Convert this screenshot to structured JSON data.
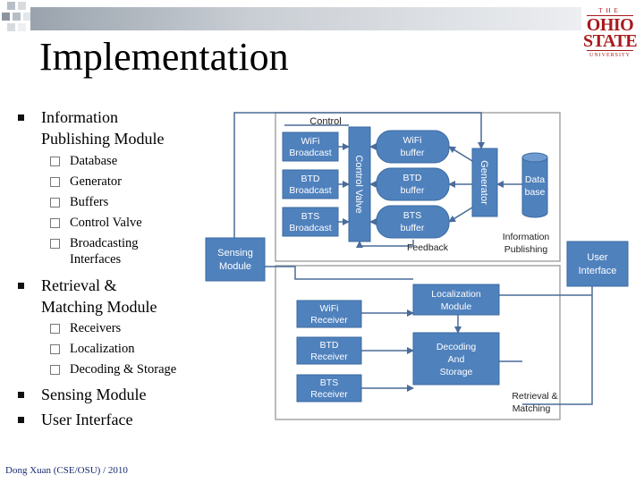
{
  "slide": {
    "title": "Implementation",
    "logo": {
      "line1": "THE",
      "line2": "OHIO",
      "line3": "STATE",
      "line4": "UNIVERSITY"
    },
    "footer": "Dong Xuan (CSE/OSU) / 2010"
  },
  "bullets": [
    {
      "label_1": "Information",
      "label_2": "Publishing Module",
      "subs": [
        "Database",
        "Generator",
        "Buffers",
        "Control Valve",
        "Broadcasting",
        "Interfaces"
      ]
    },
    {
      "label_1": "Retrieval &",
      "label_2": "Matching Module",
      "subs": [
        "Receivers",
        "Localization",
        "Decoding & Storage"
      ]
    },
    {
      "label_1": "Sensing Module"
    },
    {
      "label_1": "User Interface"
    }
  ],
  "diagram": {
    "control": "Control",
    "wifi_broadcast": [
      "WiFi",
      "Broadcast"
    ],
    "btd_broadcast": [
      "BTD",
      "Broadcast"
    ],
    "bts_broadcast": [
      "BTS",
      "Broadcast"
    ],
    "control_valve": "Control Valve",
    "wifi_buffer": [
      "WiFi",
      "buffer"
    ],
    "btd_buffer": [
      "BTD",
      "buffer"
    ],
    "bts_buffer": [
      "BTS",
      "buffer"
    ],
    "generator": "Generator",
    "database": [
      "Data",
      "base"
    ],
    "feedback": "Feedback",
    "info_publishing": [
      "Information",
      "Publishing"
    ],
    "sensing": [
      "Sensing",
      "Module"
    ],
    "user_interface": [
      "User",
      "Interface"
    ],
    "localization": [
      "Localization",
      "Module"
    ],
    "wifi_receiver": [
      "WiFi",
      "Receiver"
    ],
    "btd_receiver": [
      "BTD",
      "Receiver"
    ],
    "bts_receiver": [
      "BTS",
      "Receiver"
    ],
    "decoding": [
      "Decoding",
      "And",
      "Storage"
    ],
    "retrieval": [
      "Retrieval &",
      "Matching"
    ],
    "colors": {
      "box_fill": "#4f81bd",
      "box_text": "#ffffff",
      "line": "#4a6c99",
      "frame": "#a6a6a6"
    }
  }
}
